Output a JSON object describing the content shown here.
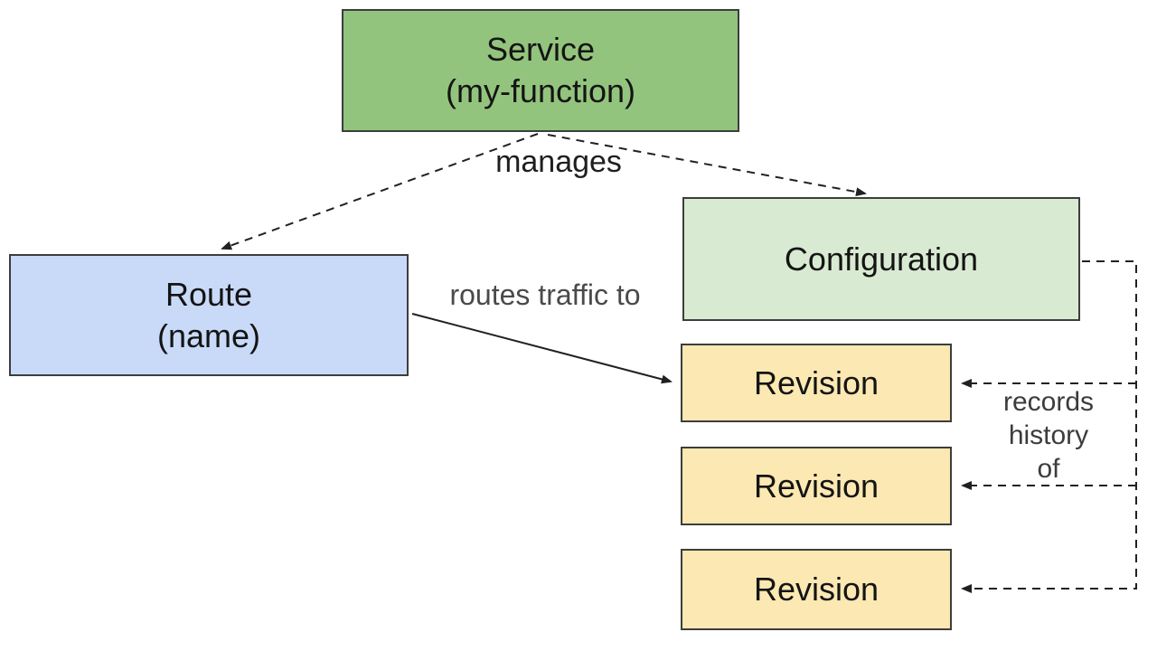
{
  "canvas": {
    "background": "#ffffff"
  },
  "nodes": {
    "service": {
      "lines": [
        "Service",
        "(my-function)"
      ],
      "fill": "#93c47d"
    },
    "route": {
      "lines": [
        "Route",
        "(name)"
      ],
      "fill": "#c9daf8"
    },
    "configuration": {
      "lines": [
        "Configuration"
      ],
      "fill": "#d9ead3"
    },
    "revisions": {
      "label": "Revision",
      "fill": "#fce8b2",
      "count": 3
    }
  },
  "edges": {
    "manages": {
      "label": "manages",
      "style": "dashed",
      "from": "service",
      "to": [
        "route",
        "configuration"
      ]
    },
    "routes_traffic_to": {
      "label": "routes traffic to",
      "style": "solid",
      "from": "route",
      "to": "revision-1"
    },
    "records_history_of": {
      "label_lines": [
        "records",
        "history",
        "of"
      ],
      "style": "dashed",
      "from": "configuration",
      "to": [
        "revision-1",
        "revision-2",
        "revision-3"
      ]
    }
  },
  "colors": {
    "node_border": "#3d3d3d",
    "connector": "#212121",
    "node_text": "#141414",
    "edge_label_text": "#4a4a4a"
  }
}
